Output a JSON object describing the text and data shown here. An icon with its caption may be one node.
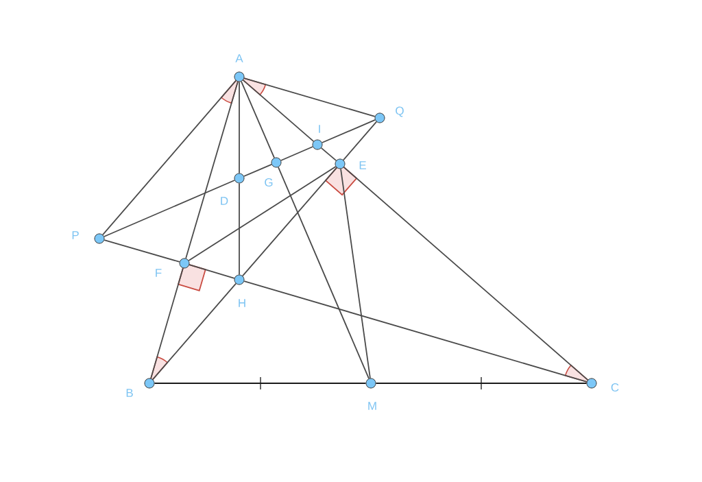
{
  "diagram": {
    "nodes": [
      {
        "text": [
          "A"
        ]
      },
      {
        "text": [
          "Q"
        ]
      },
      {
        "text": [
          "I"
        ]
      },
      {
        "text": [
          "G"
        ]
      },
      {
        "text": [
          "E"
        ]
      },
      {
        "text": [
          "D"
        ]
      },
      {
        "text": [
          "P"
        ]
      },
      {
        "text": [
          "F"
        ]
      },
      {
        "text": [
          "H"
        ]
      },
      {
        "text": [
          "B"
        ]
      },
      {
        "text": [
          "M"
        ]
      },
      {
        "text": [
          "C"
        ]
      }
    ],
    "edges": [
      {
        "from": 0,
        "to": 6,
        "arrow": "none"
      },
      {
        "from": 0,
        "to": 1,
        "arrow": "none"
      },
      {
        "from": 0,
        "to": 7,
        "arrow": "none"
      },
      {
        "from": 7,
        "to": 9,
        "arrow": "none"
      },
      {
        "from": 0,
        "to": 2,
        "arrow": "none"
      },
      {
        "from": 2,
        "to": 4,
        "arrow": "none"
      },
      {
        "from": 4,
        "to": 11,
        "arrow": "none"
      },
      {
        "from": 0,
        "to": 5,
        "arrow": "none"
      },
      {
        "from": 5,
        "to": 8,
        "arrow": "none"
      },
      {
        "from": 0,
        "to": 3,
        "arrow": "none"
      },
      {
        "from": 3,
        "to": 10,
        "arrow": "none"
      },
      {
        "from": 6,
        "to": 5,
        "arrow": "none"
      },
      {
        "from": 5,
        "to": 3,
        "arrow": "none"
      },
      {
        "from": 3,
        "to": 2,
        "arrow": "none"
      },
      {
        "from": 2,
        "to": 1,
        "arrow": "none"
      },
      {
        "from": 6,
        "to": 7,
        "arrow": "none"
      },
      {
        "from": 7,
        "to": 8,
        "arrow": "none"
      },
      {
        "from": 8,
        "to": 11,
        "arrow": "none"
      },
      {
        "from": 1,
        "to": 4,
        "arrow": "none"
      },
      {
        "from": 4,
        "to": 8,
        "arrow": "none"
      },
      {
        "from": 8,
        "to": 9,
        "arrow": "none"
      },
      {
        "from": 4,
        "to": 7,
        "arrow": "none"
      },
      {
        "from": 4,
        "to": 10,
        "arrow": "none"
      },
      {
        "from": 9,
        "to": 10,
        "arrow": "none",
        "color": "#1a1a1a"
      },
      {
        "from": 10,
        "to": 11,
        "arrow": "none",
        "color": "#1a1a1a"
      }
    ]
  }
}
